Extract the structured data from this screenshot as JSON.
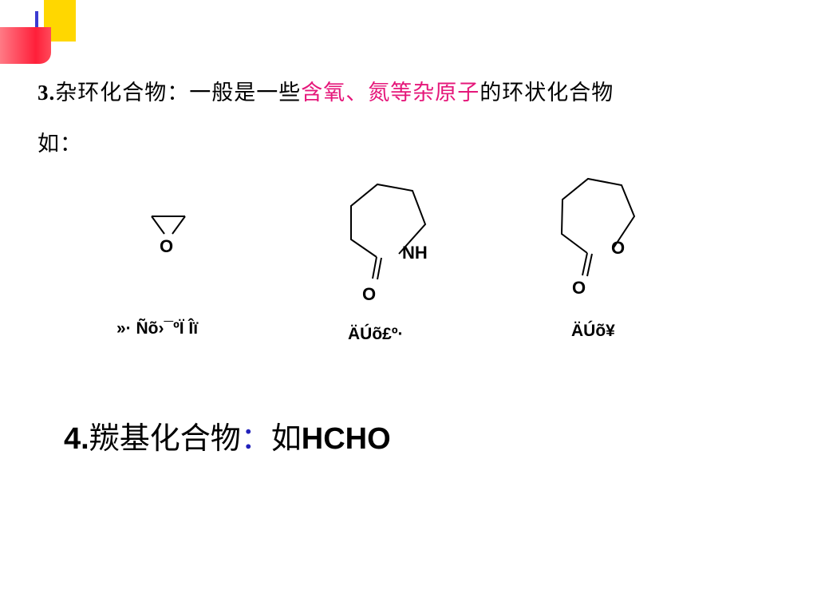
{
  "slide": {
    "line1": {
      "number": "3.",
      "lead": "杂环化合物：一般是一些",
      "highlight1": "含氧、",
      "highlight2": "氮等杂原子",
      "tail": "的环状化合物"
    },
    "line2": "如：",
    "molecules": [
      {
        "atoms": [
          "O"
        ],
        "name": "»· Ñõ›¯ºÏ Îï"
      },
      {
        "atoms": [
          "NH",
          "O"
        ],
        "name": "ÄÚõ£º·"
      },
      {
        "atoms": [
          "O",
          "O"
        ],
        "name": "ÄÚõ¥"
      }
    ],
    "heading4": {
      "number": "4.",
      "text": "羰基化合物",
      "colon": "：",
      "lead": "如",
      "formula": "HCHO"
    }
  },
  "colors": {
    "highlight": "#e5177a",
    "colon": "#2222bb",
    "accent_yellow": "#ffd700",
    "accent_red": "#ff1f3a"
  }
}
